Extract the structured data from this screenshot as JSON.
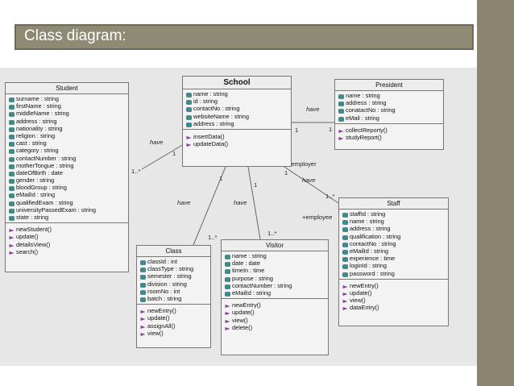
{
  "slide": {
    "title": "Class diagram:"
  },
  "classes": {
    "student": {
      "name": "Student",
      "attributes": [
        "surname : string",
        "firstName : string",
        "middleName : string",
        "address : string",
        "nationality : string",
        "religion : string",
        "cast : string",
        "category : string",
        "contactNumber : string",
        "motherTongue : string",
        "dateOfBirth : date",
        "gender : string",
        "bloodGroup : string",
        "eMailId : string",
        "qualifiedExam : string",
        "universityPassedExam : string",
        "state : string"
      ],
      "operations": [
        "newStudent()",
        "update()",
        "detailsView()",
        "search()"
      ]
    },
    "school": {
      "name": "School",
      "attributes": [
        "name : string",
        "id : string",
        "contactNo : string",
        "websiteName : string",
        "address : string"
      ],
      "operations": [
        "insertData()",
        "updateData()"
      ]
    },
    "president": {
      "name": "President",
      "attributes": [
        "name : string",
        "address : string",
        "conatactNo : string",
        "eMail : string"
      ],
      "operations": [
        "collectReporty()",
        "studyReport()"
      ]
    },
    "staff": {
      "name": "Staff",
      "attributes": [
        "staffId : string",
        "name : string",
        "address : string",
        "qualification : string",
        "contactNo : string",
        "eMailId : string",
        "experience : time",
        "loginId : string",
        "password : string"
      ],
      "operations": [
        "newEntry()",
        "update()",
        "view()",
        "dataEntry()"
      ]
    },
    "class": {
      "name": "Class",
      "attributes": [
        "classId : int",
        "classType : string",
        "semester : string",
        "division : string",
        "roomNo : int",
        "batch : string"
      ],
      "operations": [
        "newEntry()",
        "update()",
        "assignAll()",
        "view()"
      ]
    },
    "visitor": {
      "name": "Visitor",
      "attributes": [
        "name : string",
        "date : date",
        "timeIn : time",
        "purpose : string",
        "contactNumber : string",
        "eMailId : string"
      ],
      "operations": [
        "newEntry()",
        "update()",
        "view()",
        "delete()"
      ]
    }
  },
  "associations": {
    "student_school": {
      "label": "have",
      "mult_student": "1..*",
      "mult_school": "1"
    },
    "school_president": {
      "label": "have",
      "mult_school": "1",
      "mult_president": "1"
    },
    "school_staff": {
      "label": "have",
      "mult_school": "1",
      "mult_staff": "1..*",
      "role_school": "+employer",
      "role_staff": "+employee"
    },
    "school_class": {
      "label": "have",
      "mult_school": "1",
      "mult_class": "1..*"
    },
    "school_visitor": {
      "label": "have",
      "mult_school": "1",
      "mult_visitor": "1..*"
    }
  },
  "colors": {
    "band": "#8a8470",
    "title_bar": "#8f8a73",
    "diagram_bg": "#e7e7e7",
    "attr_icon": "#3a8d8f",
    "op_icon": "#8b3c9c"
  }
}
